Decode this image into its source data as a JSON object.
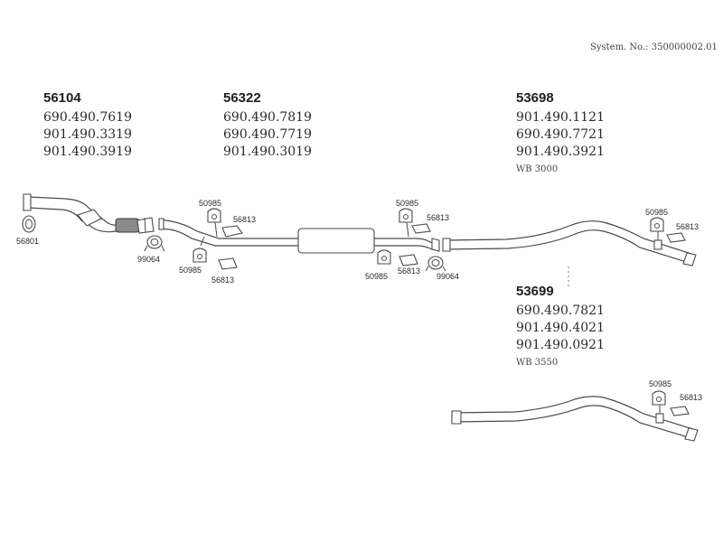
{
  "system_number": "System. No.: 350000002.01",
  "groups": [
    {
      "id": "56104",
      "numbers": [
        "690.490.7619",
        "901.490.3319",
        "901.490.3919"
      ],
      "note": ""
    },
    {
      "id": "56322",
      "numbers": [
        "690.490.7819",
        "690.490.7719",
        "901.490.3019"
      ],
      "note": ""
    },
    {
      "id": "53698",
      "numbers": [
        "901.490.1121",
        "690.490.7721",
        "901.490.3921"
      ],
      "note": "WB 3000"
    },
    {
      "id": "53699",
      "numbers": [
        "690.490.7821",
        "901.490.4021",
        "901.490.0921"
      ],
      "note": "WB 3550"
    }
  ],
  "part_labels": {
    "gasket_ring": "56801",
    "clamp": "99064",
    "rubber_mount": "50985",
    "bracket": "56813"
  }
}
